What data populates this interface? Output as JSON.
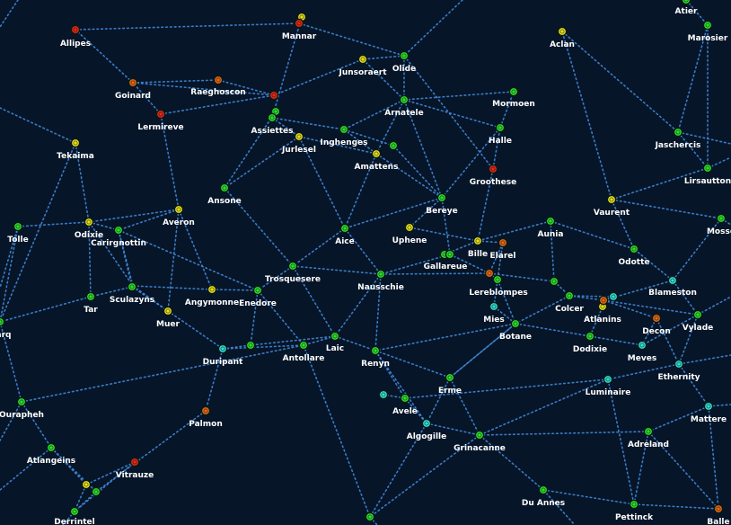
{
  "colors": {
    "background": "#071528",
    "lane": "#3f88d8",
    "green": "#2ee02e",
    "yellow": "#e8e020",
    "orange": "#e86a18",
    "red": "#e82a18",
    "cyan": "#32e0d8"
  },
  "systems": [
    {
      "id": "atier",
      "name": "Atier",
      "status": "green"
    },
    {
      "id": "marosier",
      "name": "Marosier",
      "status": "green"
    },
    {
      "id": "allipes",
      "name": "Allipes",
      "status": "red"
    },
    {
      "id": "mannar",
      "name": "Mannar",
      "status": "red"
    },
    {
      "id": "olide",
      "name": "Olide",
      "status": "green"
    },
    {
      "id": "aclan",
      "name": "Aclan",
      "status": "yellow"
    },
    {
      "id": "junsoraert",
      "name": "Junsoraert",
      "status": "yellow"
    },
    {
      "id": "goinard",
      "name": "Goinard",
      "status": "orange"
    },
    {
      "id": "raeghoscon",
      "name": "Raeghoscon",
      "status": "orange"
    },
    {
      "id": "mormoen",
      "name": "Mormoen",
      "status": "green"
    },
    {
      "id": "arnatele",
      "name": "Arnatele",
      "status": "green"
    },
    {
      "id": "lermireve",
      "name": "Lermireve",
      "status": "red"
    },
    {
      "id": "assiettes",
      "name": "Assiettes",
      "status": "green"
    },
    {
      "id": "inghenges",
      "name": "Inghenges",
      "status": "green"
    },
    {
      "id": "halle",
      "name": "Halle",
      "status": "green"
    },
    {
      "id": "jaschercis",
      "name": "Jaschercis",
      "status": "green"
    },
    {
      "id": "tekaima",
      "name": "Tekaima",
      "status": "yellow"
    },
    {
      "id": "jurlesel",
      "name": "Jurlesel",
      "status": "yellow"
    },
    {
      "id": "amattens",
      "name": "Amattens",
      "status": "yellow"
    },
    {
      "id": "groothese",
      "name": "Groothese",
      "status": "red"
    },
    {
      "id": "lirsautton",
      "name": "Lirsautton",
      "status": "green"
    },
    {
      "id": "ansone",
      "name": "Ansone",
      "status": "green"
    },
    {
      "id": "bereye",
      "name": "Bereye",
      "status": "green"
    },
    {
      "id": "vaurent",
      "name": "Vaurent",
      "status": "yellow"
    },
    {
      "id": "averon",
      "name": "Averon",
      "status": "yellow"
    },
    {
      "id": "mosso",
      "name": "Mosso",
      "status": "green"
    },
    {
      "id": "tolle",
      "name": "Tolle",
      "status": "green"
    },
    {
      "id": "odixie",
      "name": "Odixie",
      "status": "yellow"
    },
    {
      "id": "carirgnottin",
      "name": "Carirgnottin",
      "status": "green"
    },
    {
      "id": "aice",
      "name": "Aice",
      "status": "green"
    },
    {
      "id": "uphene",
      "name": "Uphene",
      "status": "yellow"
    },
    {
      "id": "aunia",
      "name": "Aunia",
      "status": "green"
    },
    {
      "id": "bille",
      "name": "Bille",
      "status": "yellow"
    },
    {
      "id": "elarel",
      "name": "Elarel",
      "status": "orange"
    },
    {
      "id": "gallareue",
      "name": "Gallareue",
      "status": "green"
    },
    {
      "id": "odotte",
      "name": "Odotte",
      "status": "green"
    },
    {
      "id": "trosquesere",
      "name": "Trosquesere",
      "status": "green"
    },
    {
      "id": "nausschie",
      "name": "Nausschie",
      "status": "green"
    },
    {
      "id": "lereblompes",
      "name": "Lereblompes",
      "status": "orange"
    },
    {
      "id": "blameston",
      "name": "Blameston",
      "status": "cyan"
    },
    {
      "id": "sculazyns",
      "name": "Sculazyns",
      "status": "green"
    },
    {
      "id": "angymonne",
      "name": "Angymonne",
      "status": "yellow"
    },
    {
      "id": "enedore",
      "name": "Enedore",
      "status": "green"
    },
    {
      "id": "tar",
      "name": "Tar",
      "status": "green"
    },
    {
      "id": "colcer",
      "name": "Colcer",
      "status": "green"
    },
    {
      "id": "atlanins",
      "name": "Atlanins",
      "status": "orange"
    },
    {
      "id": "mies",
      "name": "Mies",
      "status": "cyan"
    },
    {
      "id": "muer",
      "name": "Muer",
      "status": "yellow"
    },
    {
      "id": "arq",
      "name": "arq",
      "status": "green"
    },
    {
      "id": "vylade",
      "name": "Vylade",
      "status": "green"
    },
    {
      "id": "decon",
      "name": "Decon",
      "status": "orange"
    },
    {
      "id": "botane",
      "name": "Botane",
      "status": "green"
    },
    {
      "id": "laic",
      "name": "Laic",
      "status": "green"
    },
    {
      "id": "dodixie",
      "name": "Dodixie",
      "status": "green"
    },
    {
      "id": "duripant",
      "name": "Duripant",
      "status": "cyan"
    },
    {
      "id": "antollare",
      "name": "Antollare",
      "status": "green"
    },
    {
      "id": "renyn",
      "name": "Renyn",
      "status": "green"
    },
    {
      "id": "meves",
      "name": "Meves",
      "status": "cyan"
    },
    {
      "id": "ethernity",
      "name": "Ethernity",
      "status": "cyan"
    },
    {
      "id": "erme",
      "name": "Erme",
      "status": "green"
    },
    {
      "id": "luminaire",
      "name": "Luminaire",
      "status": "cyan"
    },
    {
      "id": "avele",
      "name": "Avele",
      "status": "green"
    },
    {
      "id": "ourapheh",
      "name": "Ourapheh",
      "status": "green"
    },
    {
      "id": "mattere",
      "name": "Mattere",
      "status": "cyan"
    },
    {
      "id": "palmon",
      "name": "Palmon",
      "status": "orange"
    },
    {
      "id": "algogille",
      "name": "Algogille",
      "status": "cyan"
    },
    {
      "id": "adreland",
      "name": "Adreland",
      "status": "green"
    },
    {
      "id": "grinacanne",
      "name": "Grinacanne",
      "status": "green"
    },
    {
      "id": "atlangeins",
      "name": "Atlangeins",
      "status": "green"
    },
    {
      "id": "vitrauze",
      "name": "Vitrauze",
      "status": "red"
    },
    {
      "id": "du-annes",
      "name": "Du Annes",
      "status": "green"
    },
    {
      "id": "pettinck",
      "name": "Pettinck",
      "status": "green"
    },
    {
      "id": "balle",
      "name": "Balle",
      "status": "orange"
    },
    {
      "id": "derrintel",
      "name": "Derrintel",
      "status": "green"
    }
  ],
  "extra_nodes": [
    {
      "id": "mannar-n",
      "status": "yellow"
    },
    {
      "id": "assiettes-n",
      "status": "green"
    },
    {
      "id": "raeg-n",
      "status": "red"
    },
    {
      "id": "amattens-n",
      "status": "green"
    },
    {
      "id": "gallareue-n",
      "status": "green"
    },
    {
      "id": "ler-n",
      "status": "green"
    },
    {
      "id": "colcer-n",
      "status": "green"
    },
    {
      "id": "atl-n1",
      "status": "cyan"
    },
    {
      "id": "atl-n2",
      "status": "yellow"
    },
    {
      "id": "avele-n",
      "status": "cyan"
    },
    {
      "id": "duripant-n",
      "status": "green"
    },
    {
      "id": "atlangeins-n1",
      "status": "yellow"
    },
    {
      "id": "atlangeins-n2",
      "status": "green"
    },
    {
      "id": "bottom-n",
      "status": "green"
    },
    {
      "id": "sculazyns-n",
      "status": "green"
    }
  ],
  "lanes": [
    [
      "atier",
      "marosier"
    ],
    [
      "marosier",
      "jaschercis"
    ],
    [
      "marosier",
      "lirsautton"
    ],
    [
      "allipes",
      "mannar"
    ],
    [
      "mannar",
      "olide"
    ],
    [
      "mannar",
      "mannar-n"
    ],
    [
      "mannar-n",
      "assiettes"
    ],
    [
      "olide",
      "junsoraert"
    ],
    [
      "olide",
      "arnatele"
    ],
    [
      "olide",
      "groothese"
    ],
    [
      "aclan",
      "jaschercis"
    ],
    [
      "jaschercis",
      "lirsautton"
    ],
    [
      "goinard",
      "raeghoscon"
    ],
    [
      "goinard",
      "allipes"
    ],
    [
      "goinard",
      "raeg-n"
    ],
    [
      "raeghoscon",
      "raeg-n"
    ],
    [
      "lermireve",
      "raeg-n"
    ],
    [
      "lermireve",
      "goinard"
    ],
    [
      "junsoraert",
      "arnatele"
    ],
    [
      "junsoraert",
      "raeg-n"
    ],
    [
      "arnatele",
      "mormoen"
    ],
    [
      "arnatele",
      "halle"
    ],
    [
      "arnatele",
      "inghenges"
    ],
    [
      "arnatele",
      "amattens"
    ],
    [
      "arnatele",
      "bereye"
    ],
    [
      "assiettes",
      "inghenges"
    ],
    [
      "assiettes",
      "jurlesel"
    ],
    [
      "assiettes",
      "assiettes-n"
    ],
    [
      "inghenges",
      "amattens-n"
    ],
    [
      "inghenges",
      "amattens"
    ],
    [
      "jurlesel",
      "amattens"
    ],
    [
      "halle",
      "mormoen"
    ],
    [
      "halle",
      "bereye"
    ],
    [
      "tekaima",
      "odixie"
    ],
    [
      "tekaima",
      "arq"
    ],
    [
      "jurlesel",
      "ansone"
    ],
    [
      "jurlesel",
      "aice"
    ],
    [
      "amattens",
      "aice"
    ],
    [
      "amattens",
      "bereye"
    ],
    [
      "amattens-n",
      "bereye"
    ],
    [
      "groothese",
      "bille"
    ],
    [
      "groothese",
      "halle"
    ],
    [
      "lermireve",
      "averon"
    ],
    [
      "averon",
      "muer"
    ],
    [
      "averon",
      "odixie"
    ],
    [
      "averon",
      "carirgnottin"
    ],
    [
      "averon",
      "angymonne"
    ],
    [
      "ansone",
      "trosquesere"
    ],
    [
      "ansone",
      "assiettes-n"
    ],
    [
      "bereye",
      "aice"
    ],
    [
      "bereye",
      "uphene"
    ],
    [
      "bereye",
      "gallareue"
    ],
    [
      "vaurent",
      "lirsautton"
    ],
    [
      "vaurent",
      "aclan"
    ],
    [
      "vaurent",
      "mosso"
    ],
    [
      "vaurent",
      "odotte"
    ],
    [
      "tolle",
      "odixie"
    ],
    [
      "tolle",
      "arq"
    ],
    [
      "odixie",
      "carirgnottin"
    ],
    [
      "odixie",
      "tar"
    ],
    [
      "odixie",
      "sculazyns-n"
    ],
    [
      "carirgnottin",
      "sculazyns-n"
    ],
    [
      "carirgnottin",
      "enedore"
    ],
    [
      "sculazyns-n",
      "angymonne"
    ],
    [
      "sculazyns-n",
      "muer"
    ],
    [
      "aice",
      "trosquesere"
    ],
    [
      "uphene",
      "bille"
    ],
    [
      "aunia",
      "bille"
    ],
    [
      "aunia",
      "odotte"
    ],
    [
      "aunia",
      "colcer-n"
    ],
    [
      "bille",
      "elarel"
    ],
    [
      "bille",
      "gallareue-n"
    ],
    [
      "elarel",
      "lereblompes"
    ],
    [
      "elarel",
      "ler-n"
    ],
    [
      "gallareue",
      "nausschie"
    ],
    [
      "gallareue",
      "gallareue-n"
    ],
    [
      "gallareue",
      "lereblompes"
    ],
    [
      "trosquesere",
      "nausschie"
    ],
    [
      "trosquesere",
      "enedore"
    ],
    [
      "trosquesere",
      "laic"
    ],
    [
      "nausschie",
      "lereblompes"
    ],
    [
      "nausschie",
      "renyn"
    ],
    [
      "nausschie",
      "laic"
    ],
    [
      "lereblompes",
      "ler-n"
    ],
    [
      "lereblompes",
      "colcer-n"
    ],
    [
      "ler-n",
      "mies"
    ],
    [
      "ler-n",
      "botane"
    ],
    [
      "colcer-n",
      "colcer"
    ],
    [
      "colcer",
      "atl-n1"
    ],
    [
      "colcer",
      "atlanins"
    ],
    [
      "colcer",
      "botane"
    ],
    [
      "atlanins",
      "atl-n1"
    ],
    [
      "atlanins",
      "atl-n2"
    ],
    [
      "atlanins",
      "blameston"
    ],
    [
      "atlanins",
      "decon"
    ],
    [
      "atlanins",
      "vylade"
    ],
    [
      "blameston",
      "mosso"
    ],
    [
      "blameston",
      "odotte"
    ],
    [
      "blameston",
      "vylade"
    ],
    [
      "decon",
      "meves"
    ],
    [
      "decon",
      "ethernity"
    ],
    [
      "vylade",
      "ethernity"
    ],
    [
      "vylade",
      "meves"
    ],
    [
      "sculazyns",
      "tar"
    ],
    [
      "sculazyns",
      "muer"
    ],
    [
      "sculazyns",
      "carirgnottin"
    ],
    [
      "angymonne",
      "enedore"
    ],
    [
      "enedore",
      "duripant-n"
    ],
    [
      "enedore",
      "antollare"
    ],
    [
      "muer",
      "duripant"
    ],
    [
      "tar",
      "arq"
    ],
    [
      "mies",
      "botane"
    ],
    [
      "botane",
      "dodixie"
    ],
    [
      "botane",
      "renyn"
    ],
    [
      "botane",
      "erme"
    ],
    [
      "dodixie",
      "meves"
    ],
    [
      "dodixie",
      "atl-n2"
    ],
    [
      "laic",
      "antollare"
    ],
    [
      "laic",
      "renyn"
    ],
    [
      "laic",
      "duripant-n"
    ],
    [
      "duripant",
      "duripant-n"
    ],
    [
      "duripant",
      "antollare"
    ],
    [
      "duripant",
      "palmon"
    ],
    [
      "renyn",
      "avele"
    ],
    [
      "renyn",
      "erme"
    ],
    [
      "renyn",
      "algogille"
    ],
    [
      "erme",
      "botane"
    ],
    [
      "erme",
      "grinacanne"
    ],
    [
      "erme",
      "algogille"
    ],
    [
      "ethernity",
      "mattere"
    ],
    [
      "ethernity",
      "luminaire"
    ],
    [
      "luminaire",
      "avele"
    ],
    [
      "luminaire",
      "pettinck"
    ],
    [
      "luminaire",
      "grinacanne"
    ],
    [
      "avele",
      "avele-n"
    ],
    [
      "avele",
      "algogille"
    ],
    [
      "ourapheh",
      "arq"
    ],
    [
      "ourapheh",
      "antollare"
    ],
    [
      "ourapheh",
      "atlangeins"
    ],
    [
      "mattere",
      "adreland"
    ],
    [
      "mattere",
      "balle"
    ],
    [
      "palmon",
      "atlangeins-n2"
    ],
    [
      "algogille",
      "grinacanne"
    ],
    [
      "algogille",
      "bottom-n"
    ],
    [
      "adreland",
      "grinacanne"
    ],
    [
      "adreland",
      "pettinck"
    ],
    [
      "adreland",
      "balle"
    ],
    [
      "grinacanne",
      "du-annes"
    ],
    [
      "grinacanne",
      "bottom-n"
    ],
    [
      "atlangeins",
      "atlangeins-n1"
    ],
    [
      "atlangeins",
      "atlangeins-n2"
    ],
    [
      "vitrauze",
      "atlangeins-n1"
    ],
    [
      "vitrauze",
      "derrintel"
    ],
    [
      "atlangeins-n1",
      "derrintel"
    ],
    [
      "atlangeins-n2",
      "derrintel"
    ],
    [
      "du-annes",
      "pettinck"
    ],
    [
      "pettinck",
      "balle"
    ],
    [
      "antollare",
      "bottom-n"
    ],
    [
      "aice",
      "nausschie"
    ]
  ]
}
